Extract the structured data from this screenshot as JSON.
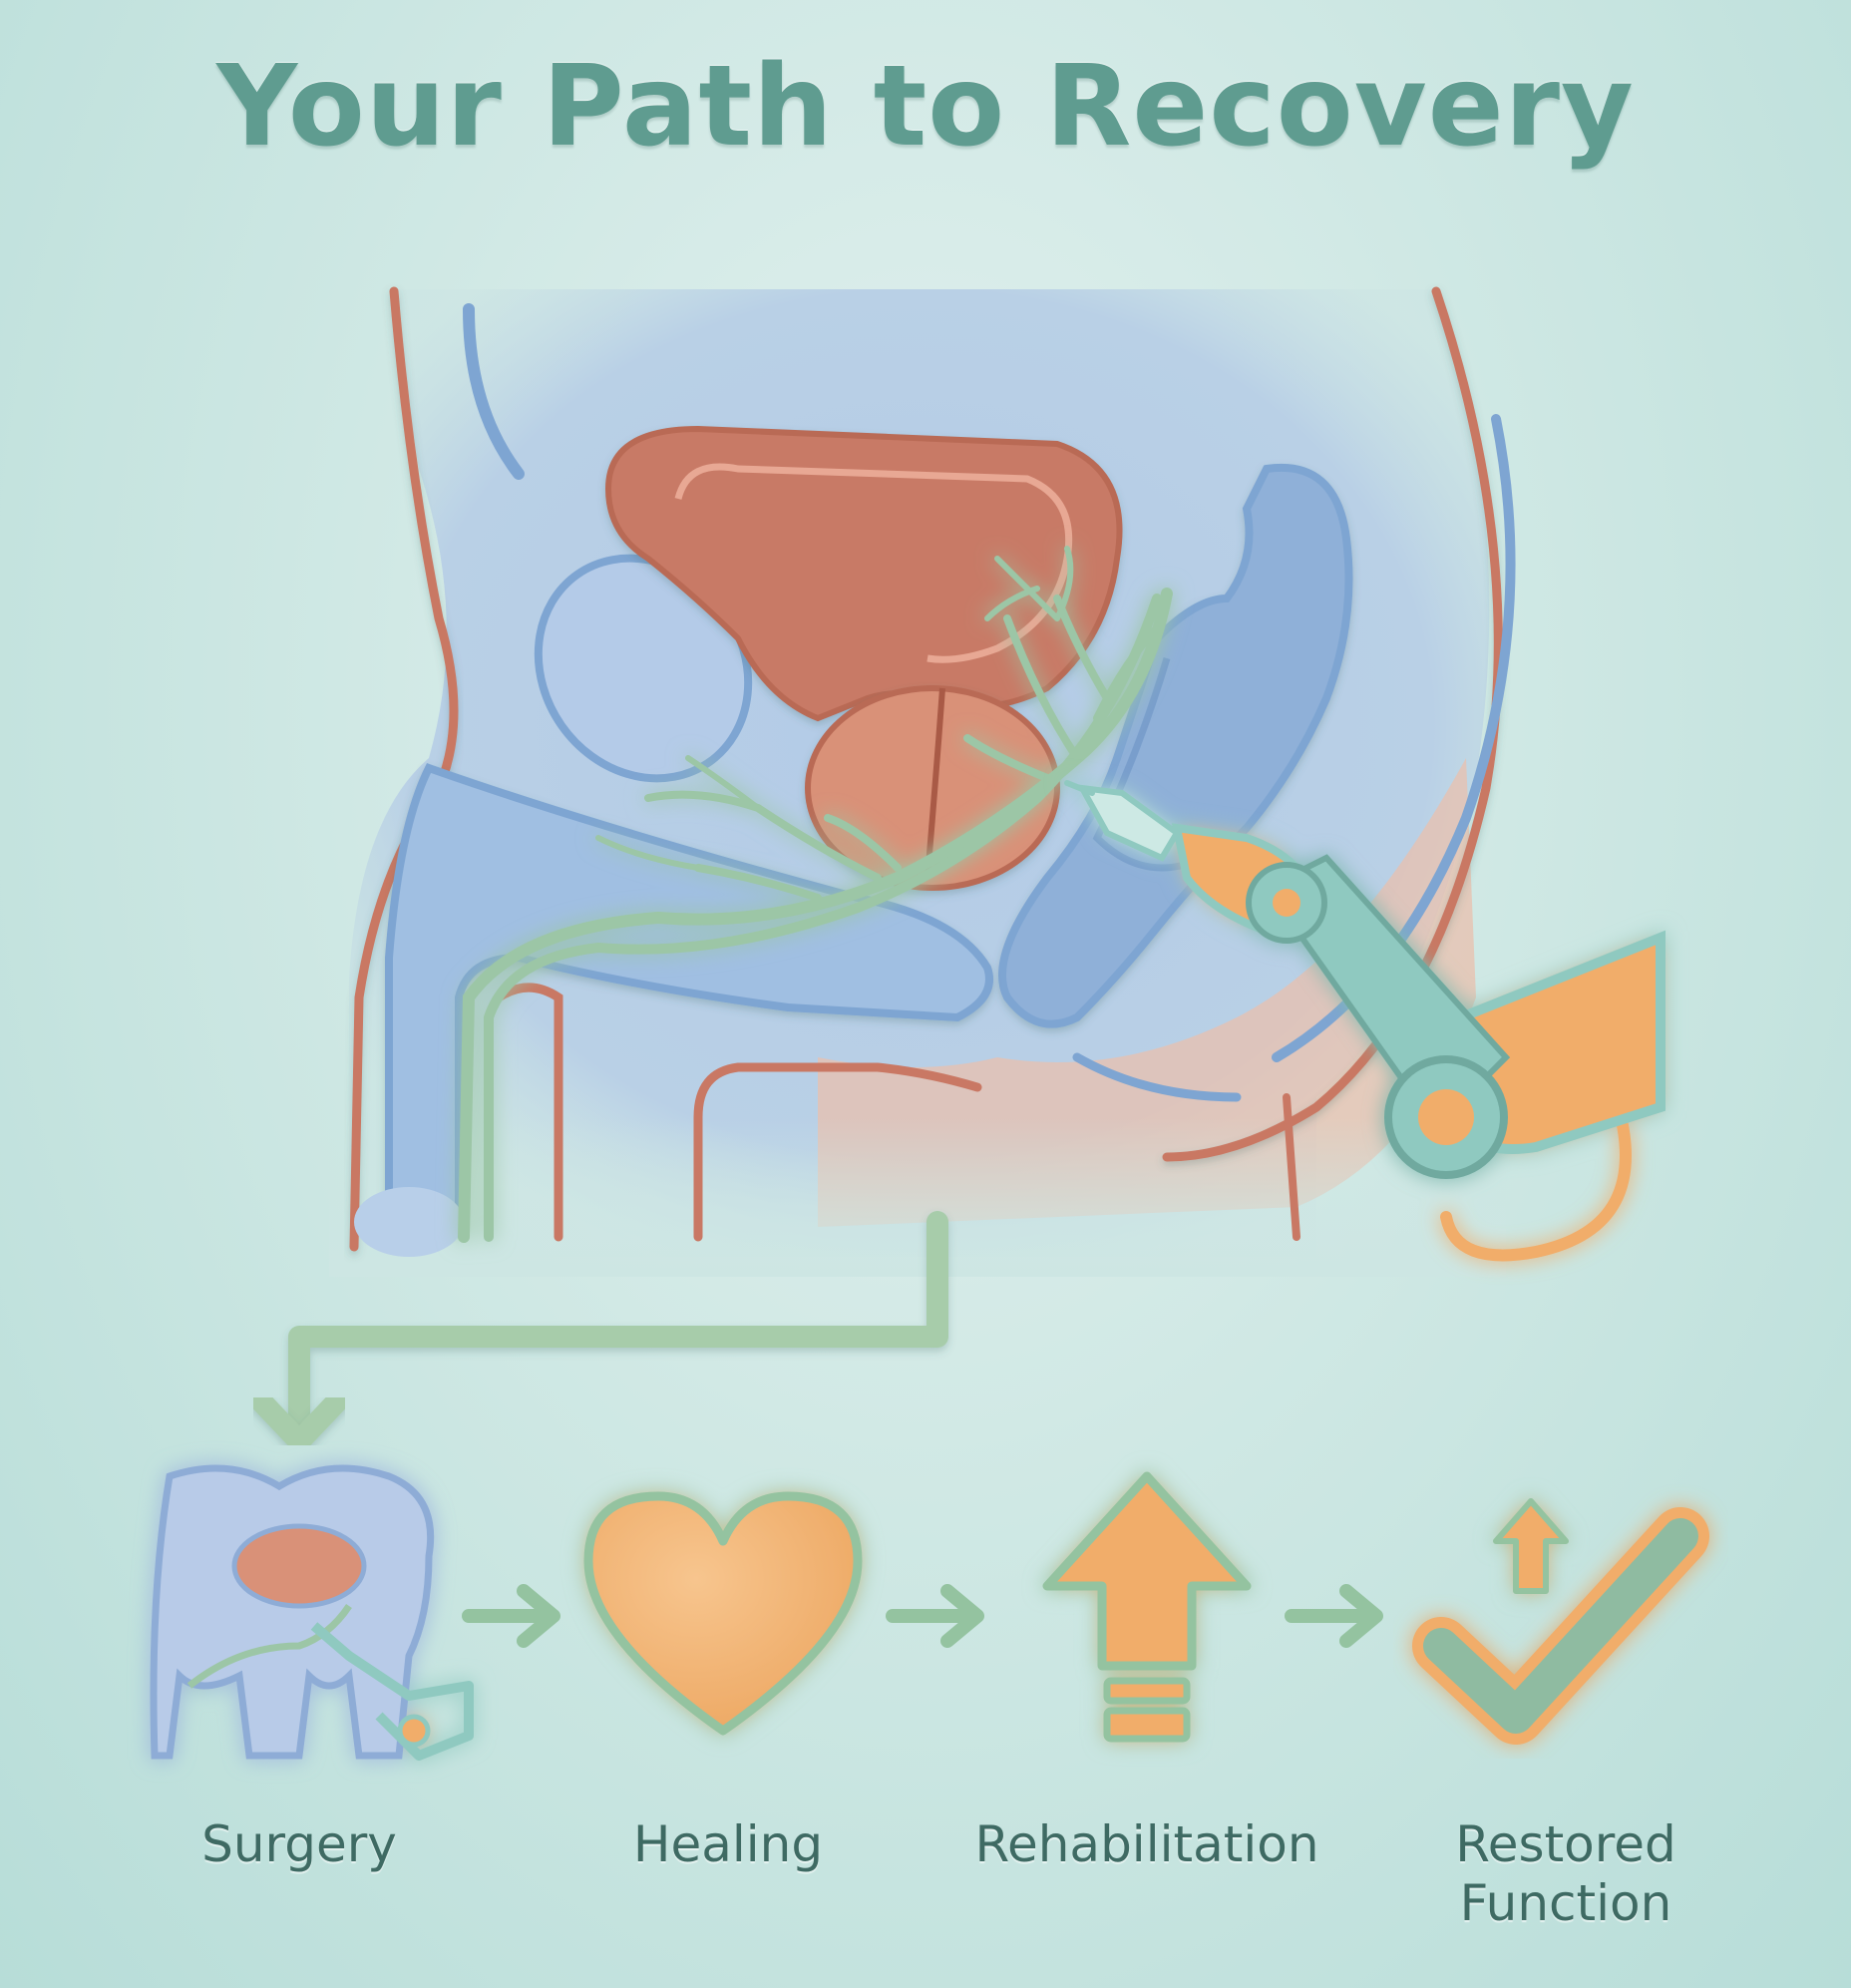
{
  "title": "Your Path to Recovery",
  "steps": [
    {
      "label": "Surgery",
      "icon": "surgery-icon"
    },
    {
      "label": "Healing",
      "icon": "heart-icon"
    },
    {
      "label": "Rehabilitation",
      "icon": "up-arrow-icon"
    },
    {
      "label": "Restored\nFunction",
      "icon": "checkmark-icon"
    }
  ],
  "colors": {
    "title": "#5f9c90",
    "organ_red": "#c87a66",
    "nerve_green": "#9cc6a6",
    "tissue_blue": "#a9c4e2",
    "robot_teal": "#8fc9c0",
    "robot_orange": "#f1ad6a",
    "label_text": "#3e6a63"
  }
}
